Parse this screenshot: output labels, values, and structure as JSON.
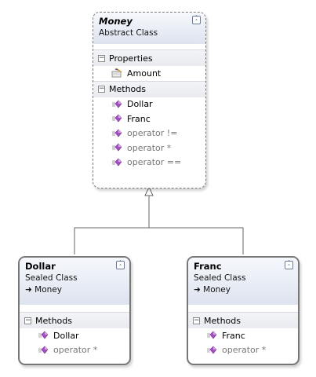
{
  "diagram": {
    "money": {
      "name": "Money",
      "kind": "Abstract Class",
      "properties_label": "Properties",
      "properties": [
        {
          "label": "Amount",
          "icon": "property-icon"
        }
      ],
      "methods_label": "Methods",
      "methods": [
        {
          "label": "Dollar",
          "icon": "method-icon",
          "muted": false
        },
        {
          "label": "Franc",
          "icon": "method-icon",
          "muted": false
        },
        {
          "label": "operator !=",
          "icon": "method-icon",
          "muted": true
        },
        {
          "label": "operator *",
          "icon": "method-icon",
          "muted": true
        },
        {
          "label": "operator ==",
          "icon": "method-icon",
          "muted": true
        }
      ]
    },
    "dollar": {
      "name": "Dollar",
      "kind": "Sealed Class",
      "base": "Money",
      "methods_label": "Methods",
      "methods": [
        {
          "label": "Dollar",
          "icon": "method-icon",
          "muted": false
        },
        {
          "label": "operator *",
          "icon": "method-icon",
          "muted": true
        }
      ]
    },
    "franc": {
      "name": "Franc",
      "kind": "Sealed Class",
      "base": "Money",
      "methods_label": "Methods",
      "methods": [
        {
          "label": "Franc",
          "icon": "method-icon",
          "muted": false
        },
        {
          "label": "operator *",
          "icon": "method-icon",
          "muted": true
        }
      ]
    }
  },
  "colors": {
    "header_gradient_top": "#f6f8fc",
    "header_gradient_bottom": "#dde3ef",
    "method_icon": "#a64fc4",
    "connector": "#666666"
  }
}
